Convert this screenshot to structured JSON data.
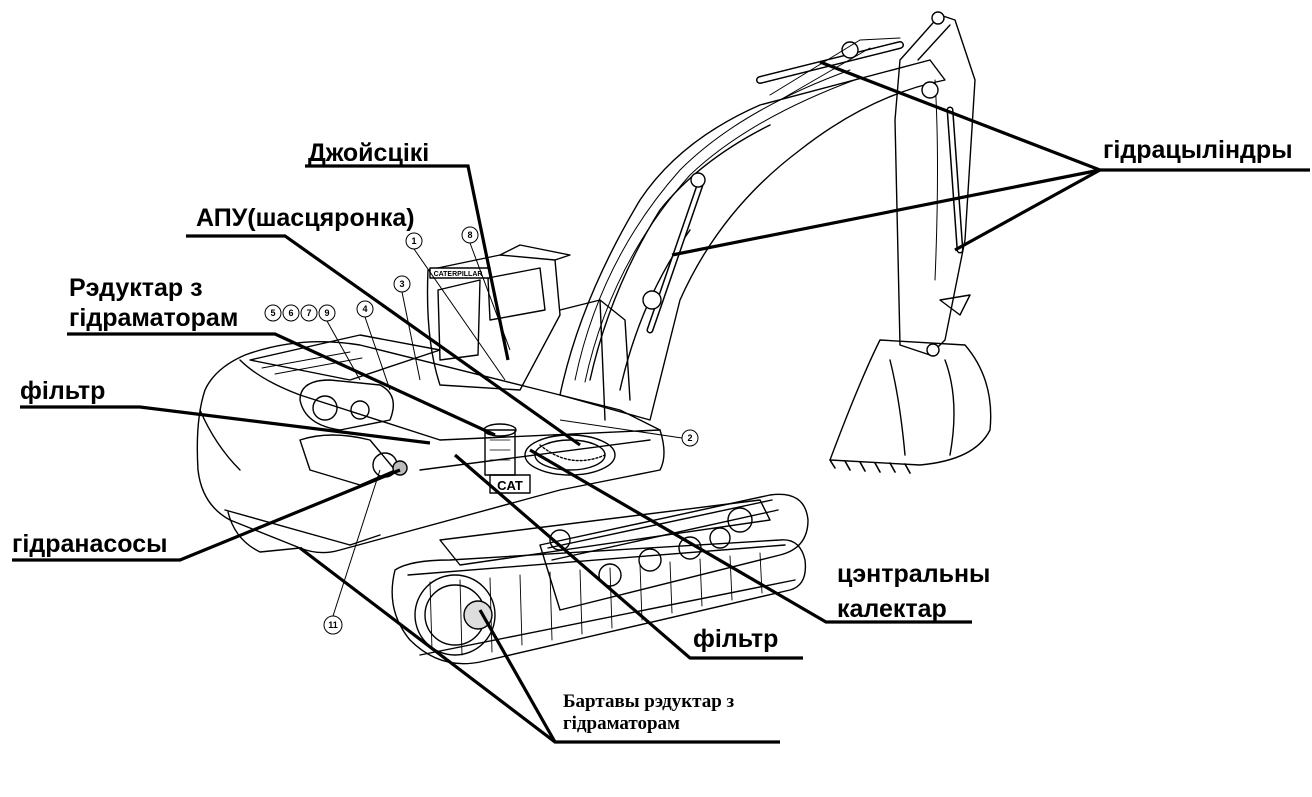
{
  "labels": {
    "joysticks": "Джойсцікі",
    "apu": "АПУ(шасцяронка)",
    "reducer_line1": "Рэдуктар з",
    "reducer_line2": "гідраматорам",
    "filter_left": "фільтр",
    "hydro_pumps": "гідранасосы",
    "hydro_cylinders": "гідрацыліндры",
    "central_line1": "цэнтральны",
    "central_line2": "калектар",
    "filter_bottom": "фільтр",
    "final_drive_line1": "Бартавы рэдуктар з",
    "final_drive_line2": "гідраматорам"
  },
  "callouts": [
    "1",
    "2",
    "3",
    "4",
    "5",
    "6",
    "7",
    "9",
    "8",
    "11"
  ],
  "cab_brand": "CATERPILLAR",
  "body_brand": "CAT"
}
